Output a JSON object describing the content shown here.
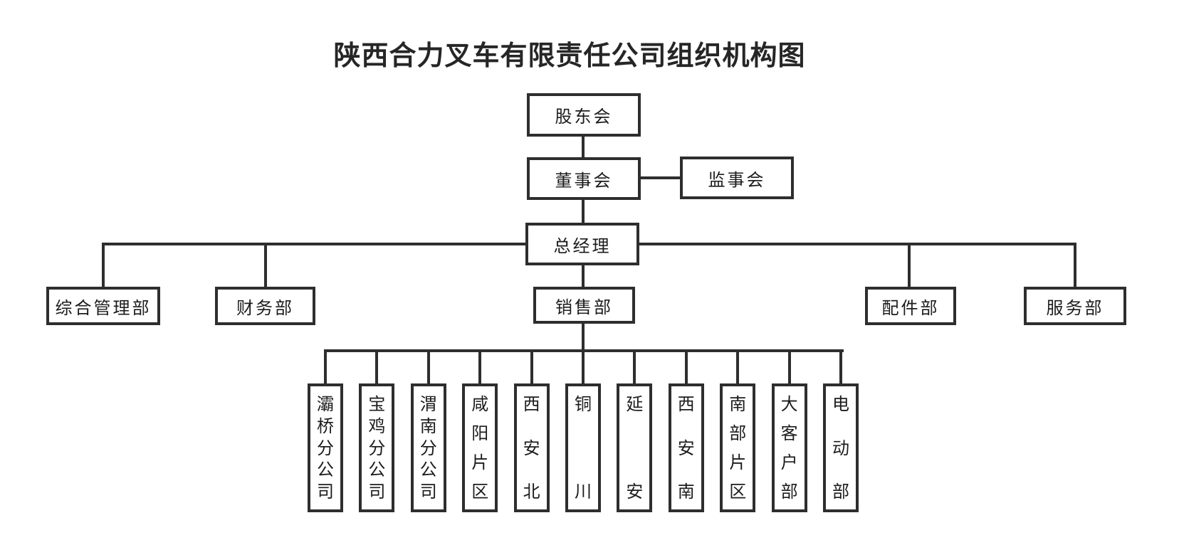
{
  "title": "陕西合力叉车有限责任公司组织机构图",
  "accent_colors": {
    "line_color": "#2e2e2e",
    "text_color": "#1c1c1c",
    "background": "#ffffff"
  },
  "nodes": {
    "shareholders": "股东会",
    "board": "董事会",
    "supervisors": "监事会",
    "general_manager": "总经理",
    "admin_dept": "综合管理部",
    "finance_dept": "财务部",
    "sales_dept": "销售部",
    "parts_dept": "配件部",
    "service_dept": "服务部"
  },
  "sales_units": [
    "灞桥分公司",
    "宝鸡分公司",
    "渭南分公司",
    "咸阳片区",
    "西安北",
    "铜川",
    "延安",
    "西安南",
    "南部片区",
    "大客户部",
    "电动部"
  ],
  "hierarchy": {
    "股东会": [
      "董事会"
    ],
    "董事会": [
      "总经理"
    ],
    "总经理": [
      "综合管理部",
      "财务部",
      "销售部",
      "配件部",
      "服务部"
    ],
    "销售部": [
      "灞桥分公司",
      "宝鸡分公司",
      "渭南分公司",
      "咸阳片区",
      "西安北",
      "铜川",
      "延安",
      "西安南",
      "南部片区",
      "大客户部",
      "电动部"
    ]
  },
  "lateral_links": [
    [
      "董事会",
      "监事会"
    ]
  ]
}
